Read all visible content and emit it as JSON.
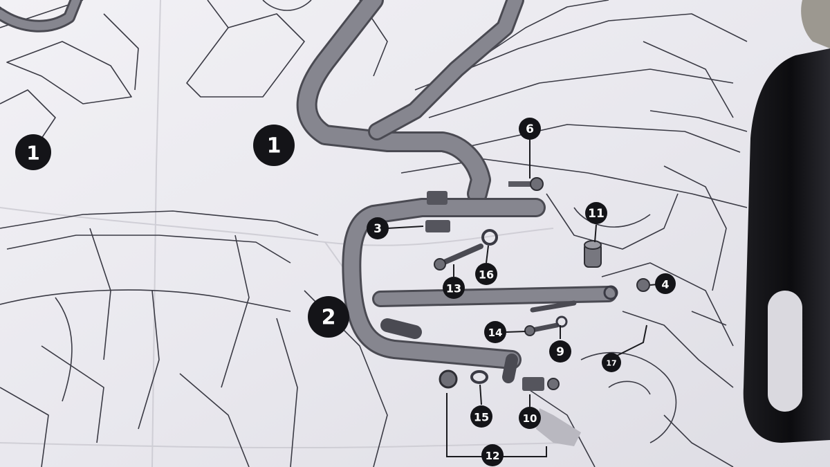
{
  "photo": {
    "subject": "assembly-instruction-sheet",
    "paper_color": "#ecebef",
    "line_color": "#3a3a44",
    "callout_color": "#141418",
    "part_color": "#7d7d85",
    "bracket_color": "#111114"
  },
  "callouts": [
    {
      "id": "c1a",
      "label": "1"
    },
    {
      "id": "c1b",
      "label": "1"
    },
    {
      "id": "c2",
      "label": "2"
    },
    {
      "id": "c3",
      "label": "3"
    },
    {
      "id": "c4",
      "label": "4"
    },
    {
      "id": "c6",
      "label": "6"
    },
    {
      "id": "c9",
      "label": "9"
    },
    {
      "id": "c10",
      "label": "10"
    },
    {
      "id": "c11",
      "label": "11"
    },
    {
      "id": "c12",
      "label": "12"
    },
    {
      "id": "c13",
      "label": "13"
    },
    {
      "id": "c14",
      "label": "14"
    },
    {
      "id": "c15",
      "label": "15"
    },
    {
      "id": "c16",
      "label": "16"
    },
    {
      "id": "c17",
      "label": "17"
    }
  ]
}
